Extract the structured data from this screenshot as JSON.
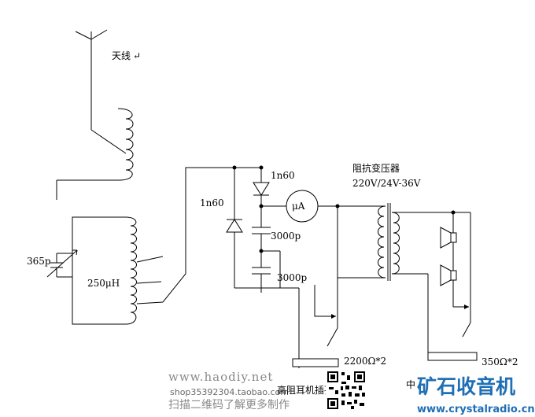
{
  "labels": {
    "antenna": "天线",
    "diode_top": "1n60",
    "diode_left": "1n60",
    "transformer_title": "阻抗变压器",
    "transformer_spec": "220V/24V-36V",
    "cap_variable": "365p",
    "coil": "250μH",
    "cap_upper": "3000p",
    "cap_lower": "3000p",
    "meter": "μA",
    "jack_high": "高阻耳机插孔",
    "impedance_high": "2200Ω*2",
    "impedance_low": "350Ω*2",
    "jack_mid": "中"
  },
  "watermark": {
    "url": "www.haodiy.net",
    "shop": "shop35392304.taobao.com",
    "scan": "扫描二维码了解更多制作"
  },
  "brand": {
    "name": "矿石收音机",
    "url": "www.crystalradio.cn",
    "color": "#1f6fb5"
  },
  "paragraph_mark": "↵",
  "icons": [
    "antenna-icon",
    "ground-icon",
    "coil-icon",
    "variable-capacitor-icon",
    "diode-icon",
    "capacitor-icon",
    "microammeter-icon",
    "transformer-icon",
    "speaker-icon",
    "jack-icon",
    "qr-code-icon"
  ]
}
